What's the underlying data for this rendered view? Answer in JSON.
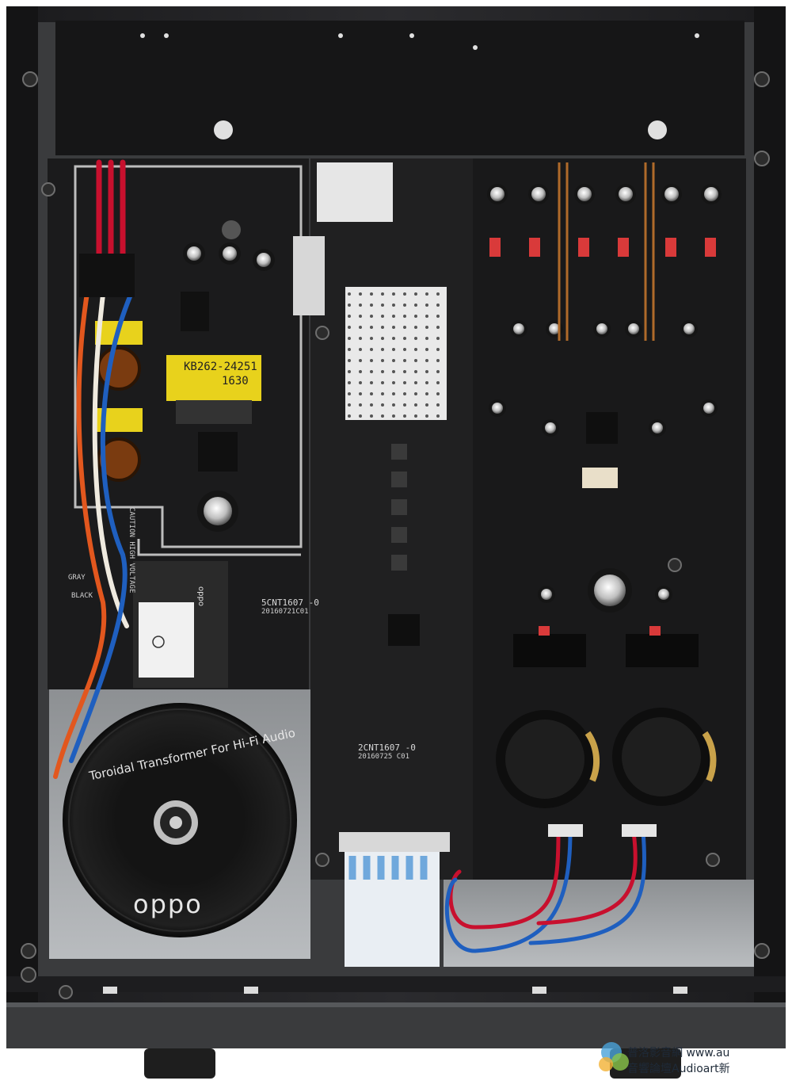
{
  "photo": {
    "transformer": {
      "label_ring": "Toroidal Transformer For Hi-Fi Audio",
      "brand": "oppo"
    },
    "psu_transformer_label": {
      "line1": "KB262-24251",
      "line2": "1630"
    },
    "pcb_labels": {
      "board1": "5CNT1607 -0",
      "board1_date": "20160721C01",
      "board2": "2CNT1607 -0",
      "board2_date": "20160725 C01",
      "caution": "CAUTION HIGH VOLTAGE",
      "wire_gray": "GRAY",
      "wire_black": "BLACK",
      "module_brand": "oppo"
    },
    "watermark": {
      "line1": "普洛影音網 www.au",
      "line2": "音響論壇Audioart新"
    },
    "colors": {
      "chassis": "#2a2a2c",
      "pcb": "#1c1c1e",
      "wire_red": "#c8102e",
      "wire_blue": "#1f5fbf",
      "transformer_yellow": "#e8d21c",
      "ribbon_blue": "#6fa8dc"
    }
  }
}
